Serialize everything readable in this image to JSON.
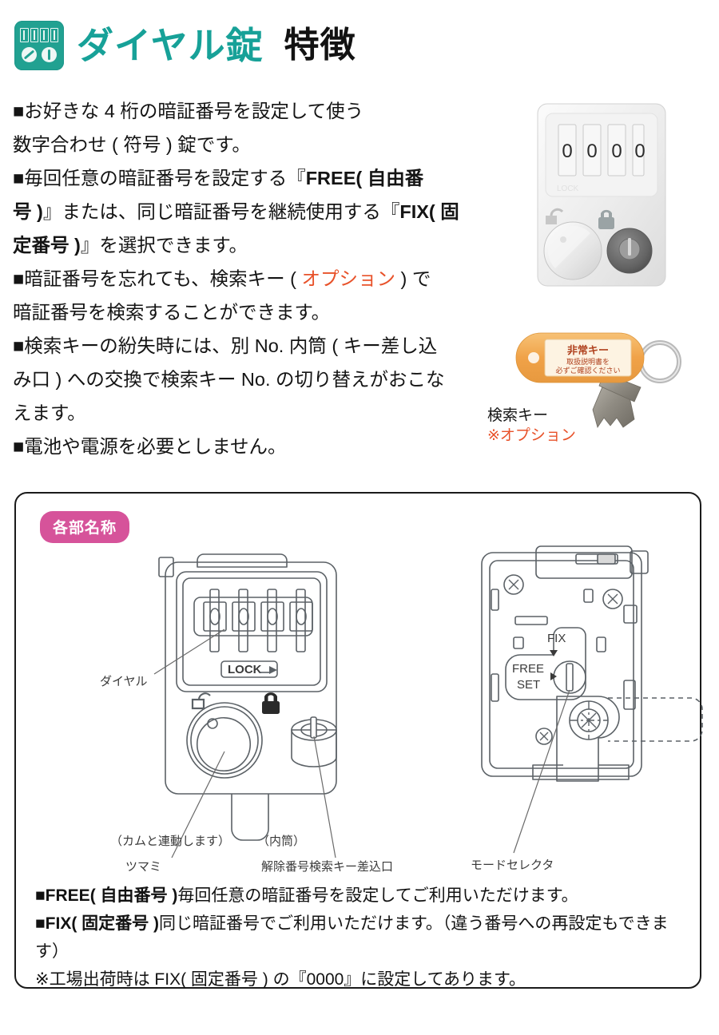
{
  "header": {
    "icon_name": "dial-lock-icon",
    "title_main": "ダイヤル錠",
    "title_sub": "特徴",
    "accent_color": "#17a198"
  },
  "features": {
    "items": [
      {
        "lines": [
          "■お好きな 4 桁の暗証番号を設定して使う",
          "数字合わせ ( 符号 ) 錠です。"
        ]
      },
      {
        "lines": [
          "■毎回任意の暗証番号を設定する『FREE( 自由番",
          "号 )』または、同じ暗証番号を継続使用する『FIX( 固",
          "定番号 )』を選択できます。"
        ]
      },
      {
        "lines": [
          "■暗証番号を忘れても、検索キー ( オプション ) で",
          "暗証番号を検索することができます。"
        ]
      },
      {
        "lines": [
          "■検索キーの紛失時には、別 No. 内筒 ( キー差し込",
          "み口 ) への交換で検索キー No. の切り替えがおこな",
          "えます。"
        ]
      },
      {
        "lines": [
          "■電池や電源を必要としません。"
        ]
      }
    ],
    "inline": {
      "free_label": "FREE( 自由番",
      "free_label_2": "号 )",
      "fix_label": "FIX( 固",
      "fix_label_2": "定番号 )",
      "option_word": "オプション",
      "option_color": "#e8522a"
    }
  },
  "photos": {
    "lock": {
      "name": "dial-lock-photo",
      "dial_digits": [
        "0",
        "0",
        "0",
        "0"
      ],
      "unlock_icon": "unlock-icon",
      "lock_icon": "lock-icon"
    },
    "key": {
      "name": "search-key-photo",
      "tag_line1": "非常キー",
      "tag_line2": "取扱説明書を",
      "tag_line3": "必ずご確認ください",
      "tag_color": "#f3aa4e"
    },
    "key_caption": {
      "line1": "検索キー",
      "line2": "※オプション"
    }
  },
  "parts_card": {
    "badge": "各部名称",
    "badge_color": "#d6539a",
    "left_diagram": {
      "name": "lock-front-diagram",
      "dial_digits": [
        "0",
        "0",
        "0",
        "0"
      ],
      "lock_plate_text": "LOCK",
      "labels": {
        "dial": "ダイヤル",
        "knob_line1": "ツマミ",
        "knob_line2": "（カムと連動します）",
        "cylinder_line1": "解除番号検索キー差込口",
        "cylinder_line2": "（内筒）"
      }
    },
    "right_diagram": {
      "name": "lock-rear-diagram",
      "selector_fix": "FIX",
      "selector_free": "FREE",
      "selector_set": "SET",
      "labels": {
        "mode_selector": "モードセレクタ"
      }
    },
    "notes": [
      {
        "bold": "■FREE( 自由番号 )",
        "rest": "毎回任意の暗証番号を設定してご利用いただけます。"
      },
      {
        "bold": "■FIX( 固定番号 )",
        "rest": "同じ暗証番号でご利用いただけます。（違う番号への再設定もできます）"
      },
      {
        "bold": "",
        "rest": "※工場出荷時は FIX( 固定番号 ) の『0000』に設定してあります。"
      }
    ]
  }
}
